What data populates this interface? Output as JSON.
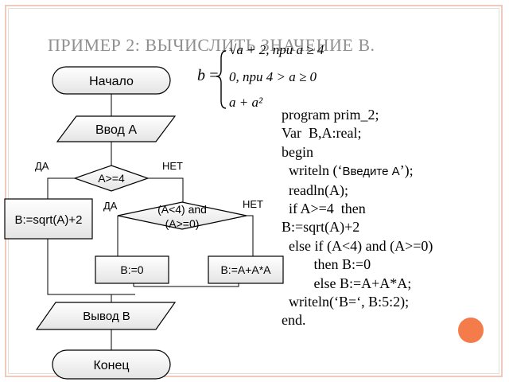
{
  "slide": {
    "title": "ПРИМЕР 2: ВЫЧИСЛИТЬ ЗНАЧЕНИЕ В.",
    "accent_color": "#f47c4a",
    "border_color": "#f0c8bc"
  },
  "formula": {
    "lhs": "b",
    "cases": [
      "√a + 2, при a ≥ 4",
      "0, при 4 > a ≥ 0",
      "a + a²"
    ]
  },
  "flowchart": {
    "start": "Начало",
    "input": "Ввод А",
    "cond1": "A>=4",
    "cond1_yes": "ДА",
    "cond1_no": "НЕТ",
    "branch_sqrt": "B:=sqrt(A)+2",
    "cond2_line1": "(A<4) and",
    "cond2_line2": "(A>=0)",
    "cond2_yes": "ДА",
    "cond2_no": "НЕТ",
    "assign_zero": "B:=0",
    "assign_poly": "B:=A+A*A",
    "output": "Вывод В",
    "end": "Конец"
  },
  "code": {
    "l1": "program prim_2;",
    "l2": "Var  B,A:real;",
    "l3": "begin",
    "l4a": "  writeln (‘",
    "l4b": "Введите А",
    "l4c": "’);",
    "l5": "  readln(A);",
    "l6": "  if A>=4  then",
    "l7": "B:=sqrt(A)+2",
    "l8": "  else if (A<4) and (A>=0)",
    "l9": "         then B:=0",
    "l10": "         else B:=A+A*A;",
    "l11": "  writeln(‘B=‘, B:5:2);",
    "l12": "end."
  }
}
